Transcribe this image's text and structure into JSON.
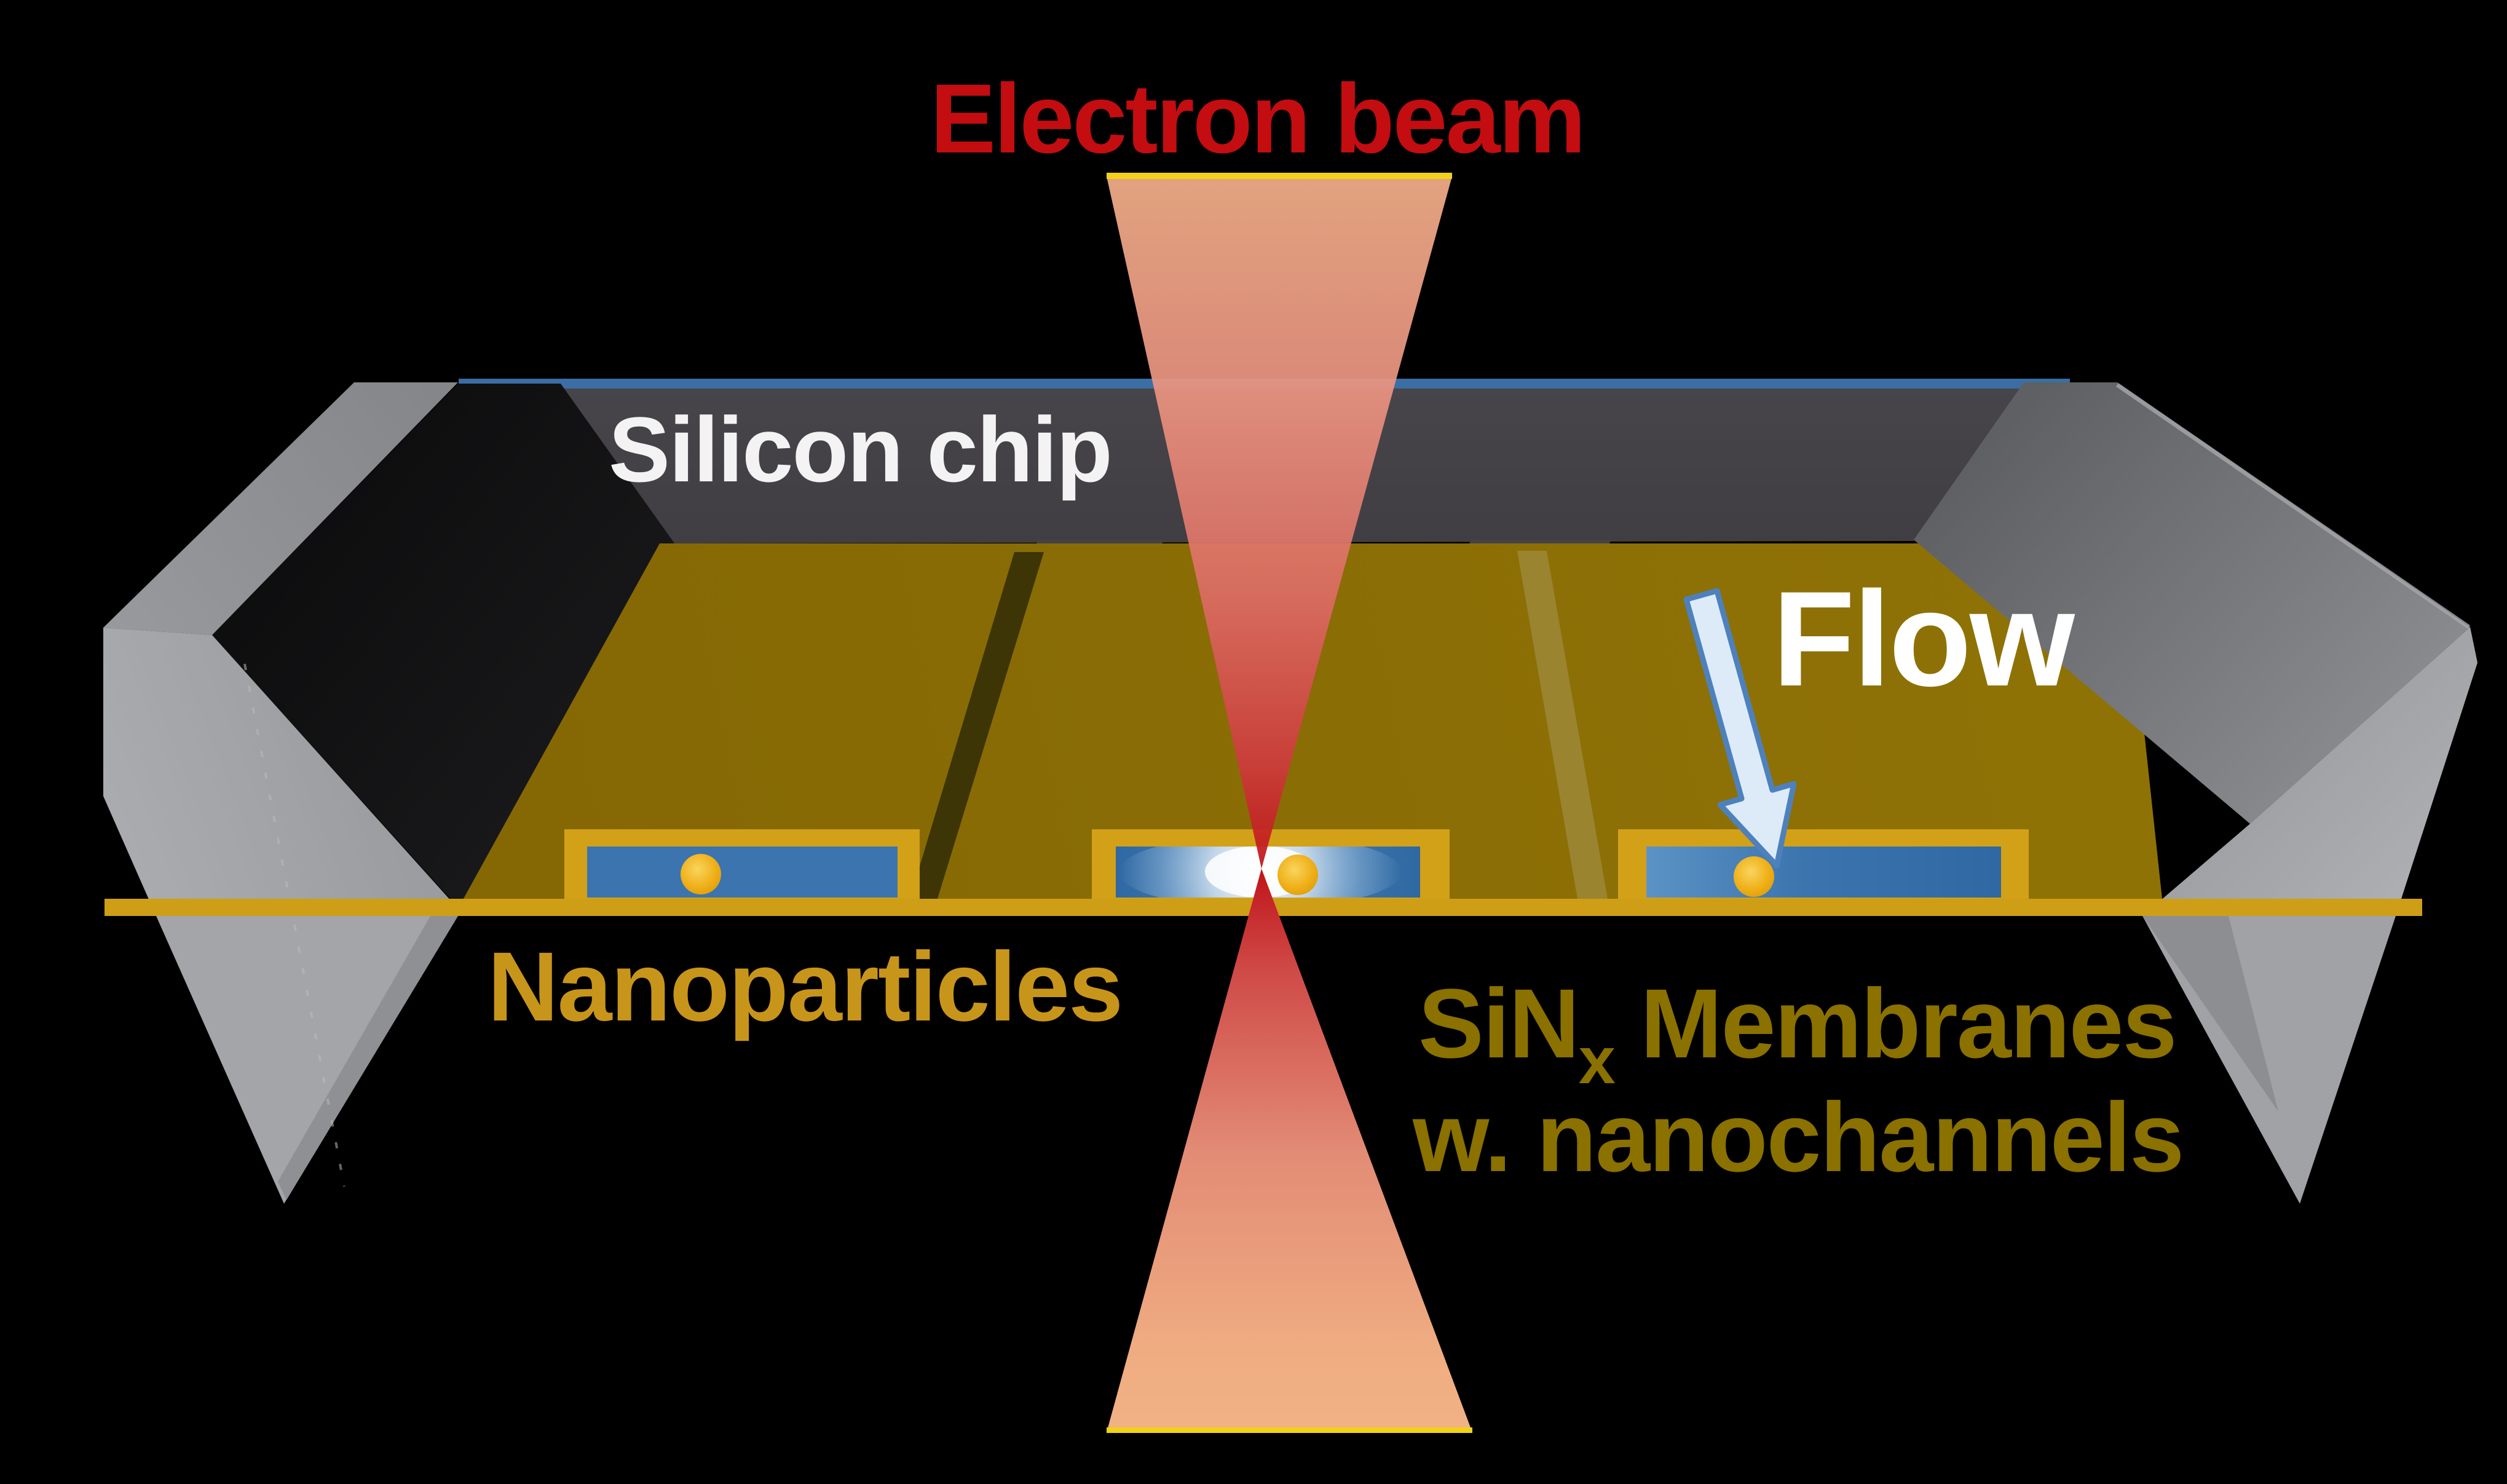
{
  "scene": {
    "background": "#000000",
    "type": "3d-schematic"
  },
  "title": {
    "text": "Electron beam",
    "color": "#C30D10"
  },
  "chip": {
    "label": "Silicon chip",
    "label_color": "#F3F3F3",
    "top_line_color": "#3A6EA5",
    "wall_color": "#444246",
    "silicon_gray": "#9EA0A3",
    "etch_pit_color": "#111112"
  },
  "membranes": {
    "label_prefix": "SiN",
    "label_subscript": "x",
    "label_suffix": " Membranes",
    "label_line2": "w. nanochannels",
    "label_color": "#8A7100",
    "slab_top_color": "#8A6D04",
    "frame_color": "#D2A118",
    "channel_color": "#3B74AE",
    "gold_line_color": "#CE9E16",
    "channel_count": 3
  },
  "nanoparticles": {
    "label": "Nanoparticles",
    "label_color": "#C8951B",
    "particle_color": "#EFAF18",
    "count": 3
  },
  "flow": {
    "label": "Flow",
    "label_color": "#FFFFFF",
    "arrow_fill": "#DDEBF9",
    "arrow_stroke": "#4E81BC"
  },
  "beam": {
    "color_outer": "#F3AF89",
    "color_focus": "#C01419",
    "cap_color": "#F2D216"
  }
}
